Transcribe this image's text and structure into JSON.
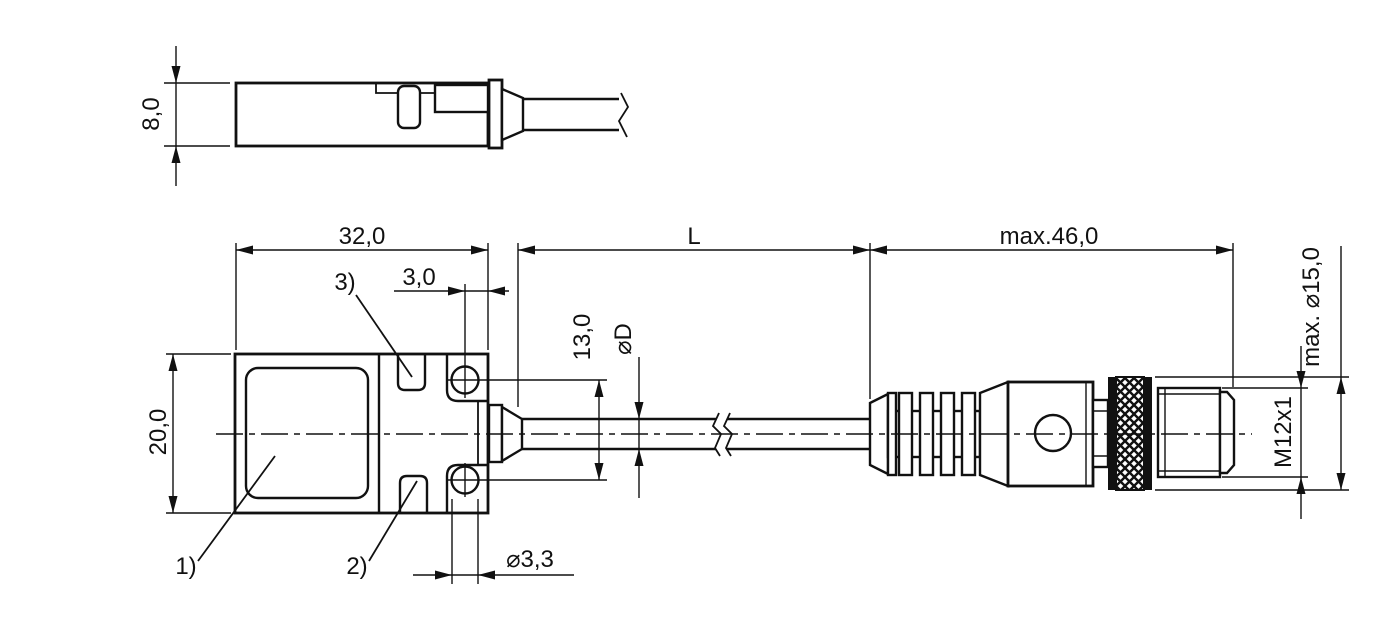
{
  "page": {
    "background": "#ffffff",
    "line_color": "#111111",
    "description": "Technical dimensional drawing of a rectangular proximity sensor with cable and M12 connector"
  },
  "drawing": {
    "dimensions": {
      "top_view_height": "8,0",
      "body_width": "32,0",
      "hole_to_edge": "3,0",
      "body_height": "20,0",
      "hole_pitch": "13,0",
      "cable_diameter": "⌀D",
      "cable_length": "L",
      "connector_length": "max.46,0",
      "mounting_hole_diameter": "⌀3,3",
      "thread_size": "M12x1",
      "connector_diameter": "max. ⌀15,0"
    },
    "callouts": {
      "one": "1)",
      "two": "2)",
      "three": "3)"
    }
  }
}
